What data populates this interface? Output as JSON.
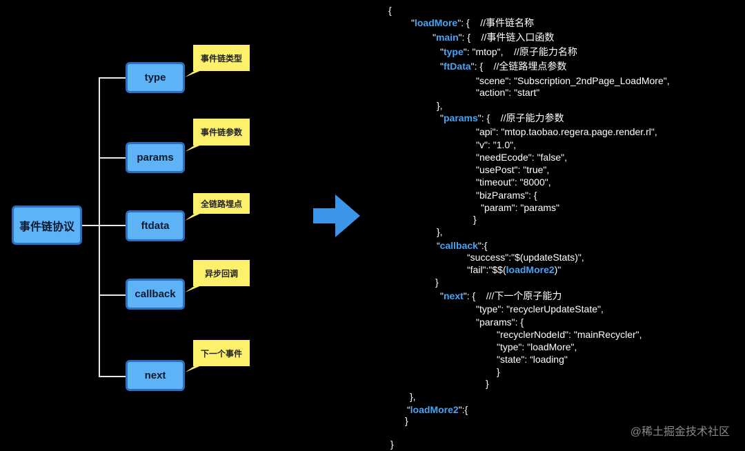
{
  "diagram": {
    "root_label": "事件链协议",
    "nodes": [
      {
        "label": "type",
        "note": "事件链类型"
      },
      {
        "label": "params",
        "note": "事件链参数"
      },
      {
        "label": "ftdata",
        "note": "全链路埋点"
      },
      {
        "label": "callback",
        "note": "异步回调"
      },
      {
        "label": "next",
        "note": "下一个事件"
      }
    ]
  },
  "arrow": {
    "icon": "right-arrow-icon",
    "color": "#3d95ea"
  },
  "colors": {
    "node_fill": "#5eb3f6",
    "node_border": "#2a6fc0",
    "note_fill": "#fdf06a",
    "keyword": "#4aa3f5"
  },
  "code": {
    "lines": [
      [
        {
          "t": "{"
        }
      ],
      [
        {
          "t": "\""
        },
        {
          "t": "loadMore",
          "k": true
        },
        {
          "t": "\": {    //事件链名称"
        }
      ],
      [
        {
          "t": "\""
        },
        {
          "t": "main",
          "k": true
        },
        {
          "t": "\": {    //事件链入口函数"
        }
      ],
      [
        {
          "t": "\""
        },
        {
          "t": "type",
          "k": true
        },
        {
          "t": "\": \"mtop\",    //原子能力名称"
        }
      ],
      [
        {
          "t": "\""
        },
        {
          "t": "ftData",
          "k": true
        },
        {
          "t": "\": {    //全链路埋点参数"
        }
      ],
      [
        {
          "t": "\"scene\": \"Subscription_2ndPage_LoadMore\","
        }
      ],
      [
        {
          "t": "\"action\": \"start\""
        }
      ],
      [
        {
          "t": "},"
        }
      ],
      [
        {
          "t": "\""
        },
        {
          "t": "params",
          "k": true
        },
        {
          "t": "\": {    //原子能力参数"
        }
      ],
      [
        {
          "t": "\"api\": \"mtop.taobao.regera.page.render.rl\","
        }
      ],
      [
        {
          "t": "\"v\": \"1.0\","
        }
      ],
      [
        {
          "t": "\"needEcode\": \"false\","
        }
      ],
      [
        {
          "t": "\"usePost\": \"true\","
        }
      ],
      [
        {
          "t": "\"timeout\": \"8000\","
        }
      ],
      [
        {
          "t": "\"bizParams\": {"
        }
      ],
      [
        {
          "t": "\"param\": \"params\""
        }
      ],
      [
        {
          "t": "}"
        }
      ],
      [
        {
          "t": "},"
        }
      ],
      [
        {
          "t": "“"
        },
        {
          "t": "callback",
          "k": true
        },
        {
          "t": "\":{"
        }
      ],
      [
        {
          "t": "“success\":\"$(updateStats)\","
        }
      ],
      [
        {
          "t": "“fail\":\"$$("
        },
        {
          "t": "loadMore2",
          "k": true
        },
        {
          "t": ")\""
        }
      ],
      [
        {
          "t": "}"
        }
      ],
      [
        {
          "t": "\""
        },
        {
          "t": "next",
          "k": true
        },
        {
          "t": "\": {    ///下一个原子能力"
        }
      ],
      [
        {
          "t": "\"type\": \"recyclerUpdateState\","
        }
      ],
      [
        {
          "t": "\"params\": {"
        }
      ],
      [
        {
          "t": "\"recyclerNodeId\": \"mainRecycler\","
        }
      ],
      [
        {
          "t": "\"type\": \"loadMore\","
        }
      ],
      [
        {
          "t": "\"state\": “loading\""
        }
      ],
      [
        {
          "t": "}"
        }
      ],
      [
        {
          "t": "}"
        }
      ],
      [
        {
          "t": "},"
        }
      ],
      [
        {
          "t": "“"
        },
        {
          "t": "loadMore2",
          "k": true
        },
        {
          "t": "\":{"
        }
      ],
      [
        {
          "t": "}"
        }
      ],
      [
        {
          "t": "}"
        }
      ]
    ]
  },
  "watermark": "@稀土掘金技术社区"
}
